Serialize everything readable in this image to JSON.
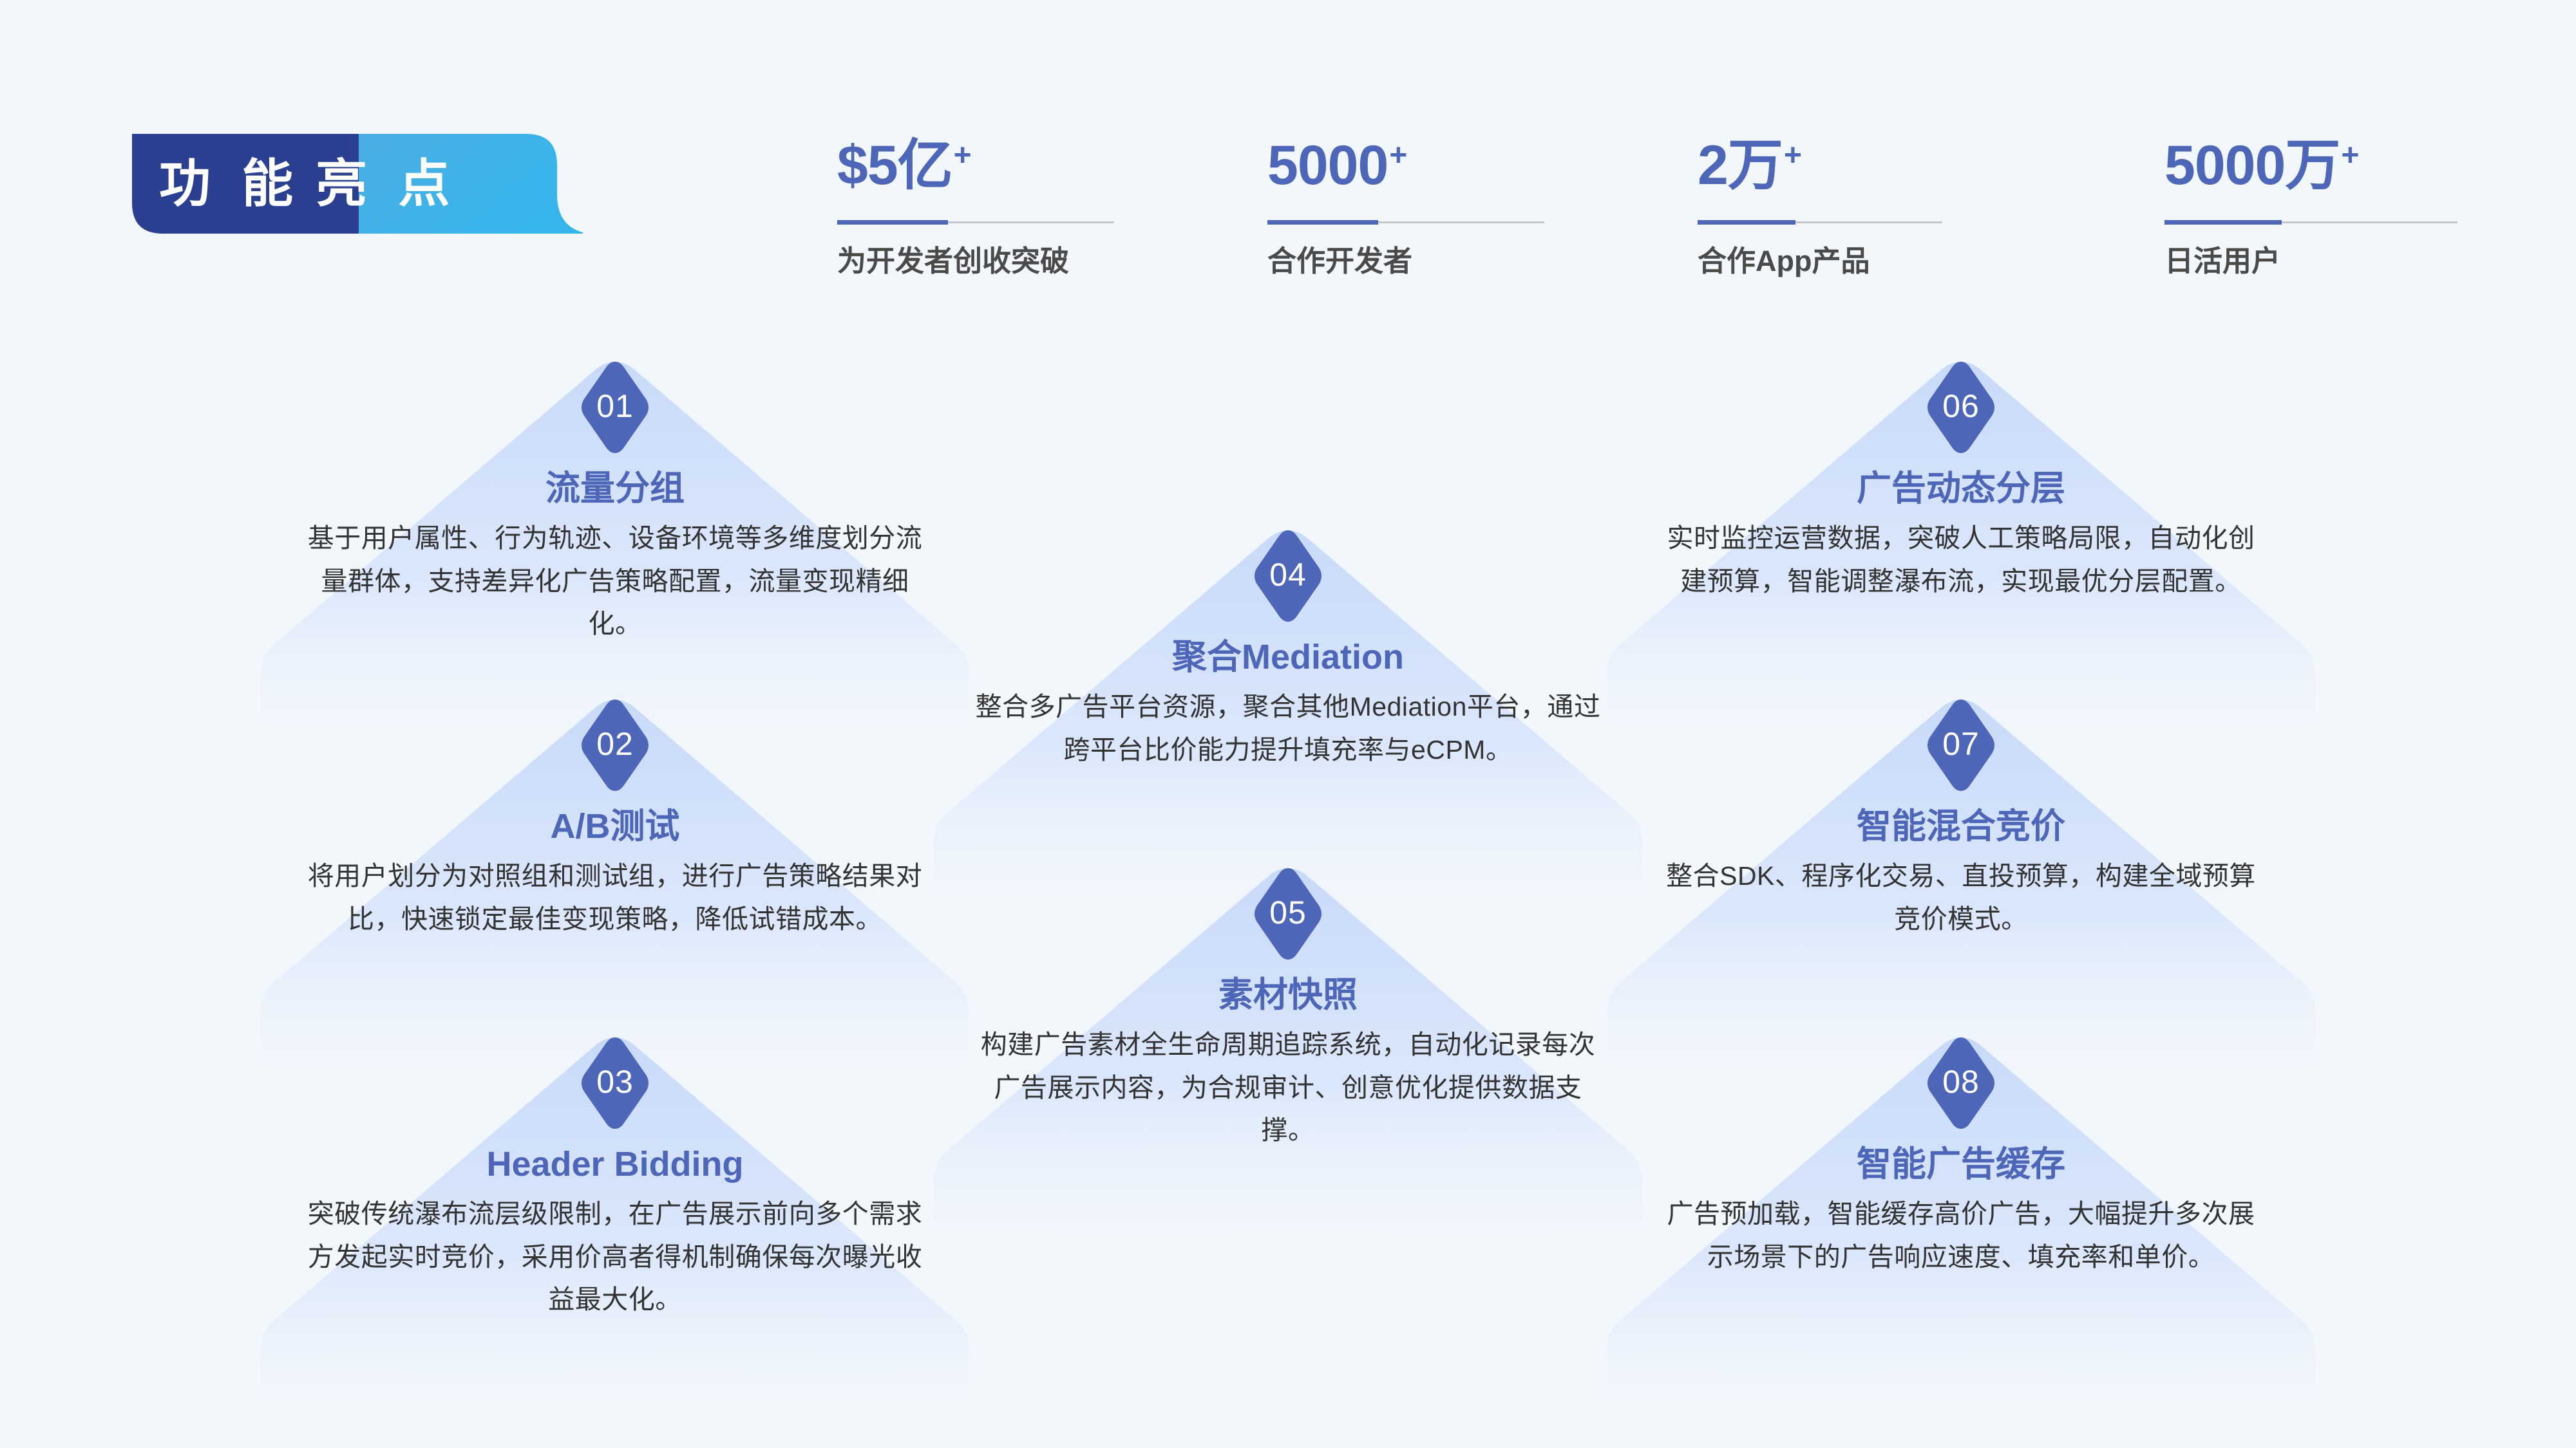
{
  "page": {
    "background_color": "#f2f7fb",
    "accent_blue": "#4d66b8",
    "accent_navy": "#2a3f8f",
    "accent_cyan": "#3fa9e0",
    "card_fill": "#cfdefb"
  },
  "title_badge": {
    "word_dark": "功 能",
    "word_light": "亮 点",
    "dark_color": "#2a3f8f",
    "light_color_start": "#4aaee2",
    "light_color_end": "#36b5ec"
  },
  "stats": [
    {
      "value": "$5亿",
      "suffix": "+",
      "label": "为开发者创收突破"
    },
    {
      "value": "5000",
      "suffix": "+",
      "label": "合作开发者"
    },
    {
      "value": "2万",
      "suffix": "+",
      "label": "合作App产品"
    },
    {
      "value": "5000万",
      "suffix": "+",
      "label": "日活用户"
    }
  ],
  "features": [
    {
      "number": "01",
      "title": "流量分组",
      "desc": "基于用户属性、行为轨迹、设备环境等多维度划分流量群体，支持差异化广告策略配置，流量变现精细化。"
    },
    {
      "number": "02",
      "title": "A/B测试",
      "desc": "将用户划分为对照组和测试组，进行广告策略结果对比，快速锁定最佳变现策略，降低试错成本。"
    },
    {
      "number": "03",
      "title": "Header Bidding",
      "desc": "突破传统瀑布流层级限制，在广告展示前向多个需求方发起实时竞价，采用价高者得机制确保每次曝光收益最大化。"
    },
    {
      "number": "04",
      "title": "聚合Mediation",
      "desc": "整合多广告平台资源，聚合其他Mediation平台，通过跨平台比价能力提升填充率与eCPM。"
    },
    {
      "number": "05",
      "title": "素材快照",
      "desc": "构建广告素材全生命周期追踪系统，自动化记录每次广告展示内容，为合规审计、创意优化提供数据支撑。"
    },
    {
      "number": "06",
      "title": "广告动态分层",
      "desc": "实时监控运营数据，突破人工策略局限，自动化创建预算，智能调整瀑布流，实现最优分层配置。"
    },
    {
      "number": "07",
      "title": "智能混合竞价",
      "desc": "整合SDK、程序化交易、直投预算，构建全域预算竞价模式。"
    },
    {
      "number": "08",
      "title": "智能广告缓存",
      "desc": "广告预加载，智能缓存高价广告，大幅提升多次展示场景下的广告响应速度、填充率和单价。"
    }
  ]
}
